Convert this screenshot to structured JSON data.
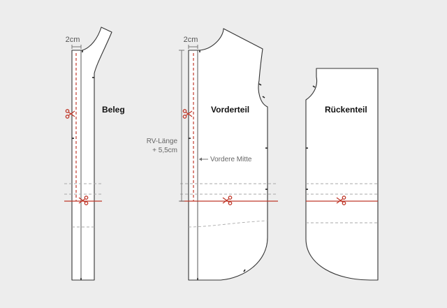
{
  "colors": {
    "background": "#ededed",
    "pattern_fill": "#ffffff",
    "outline": "#333333",
    "cut_line": "#c0392b",
    "guide": "#a9a9a9",
    "text_gray": "#666666"
  },
  "labels": {
    "beleg": "Beleg",
    "vorderteil": "Vorderteil",
    "rueckenteil": "Rückenteil",
    "seam_allowance_beleg": "2cm",
    "seam_allowance_vorderteil": "2cm",
    "rv_length_line1": "RV-Länge",
    "rv_length_line2": "+ 5,5cm",
    "vordere_mitte": "Vordere Mitte"
  },
  "icons": {
    "cut_marker": "scissors-icon",
    "label_pointer": "arrow-left-icon"
  }
}
